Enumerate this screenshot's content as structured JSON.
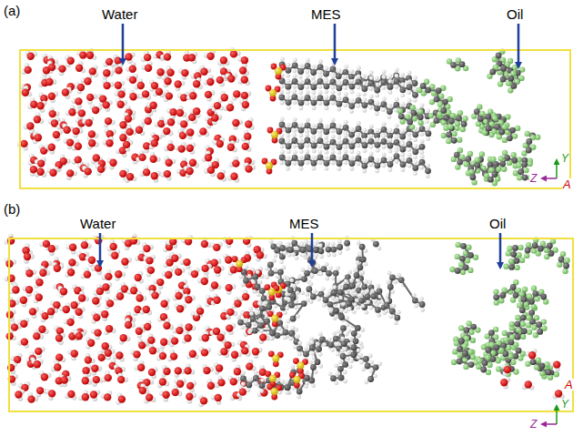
{
  "diagram": {
    "labels": [
      "(a)",
      "Water",
      "MES",
      "Oil",
      "Y",
      "Z",
      "A",
      "(b)",
      "Water",
      "MES",
      "Oil",
      "Y",
      "Z",
      "A"
    ]
  }
}
